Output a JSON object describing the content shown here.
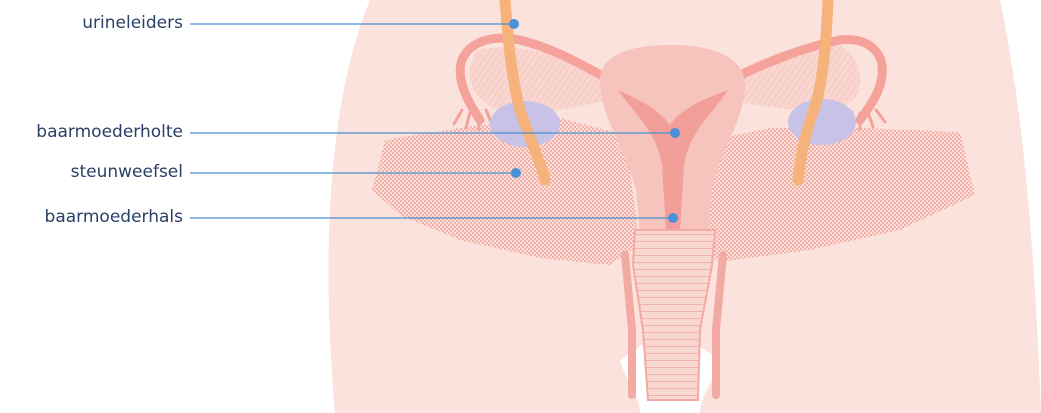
{
  "labels": {
    "urineleiders": "urineleiders",
    "baarmoederholte": "baarmoederholte",
    "steunweefsel": "steunweefsel",
    "baarmoederhals": "baarmoederhals"
  },
  "colors": {
    "skin": "#fbe2dc",
    "uterus": "#f6c4bd",
    "cavity": "#f29f9a",
    "tube": "#f4a29a",
    "ovary": "#c9c2e8",
    "ureter": "#f5b27a",
    "tissue": "#f2a7a0",
    "pointer_line": "#4a8fd0",
    "pointer_dot": "#4a90d9"
  }
}
